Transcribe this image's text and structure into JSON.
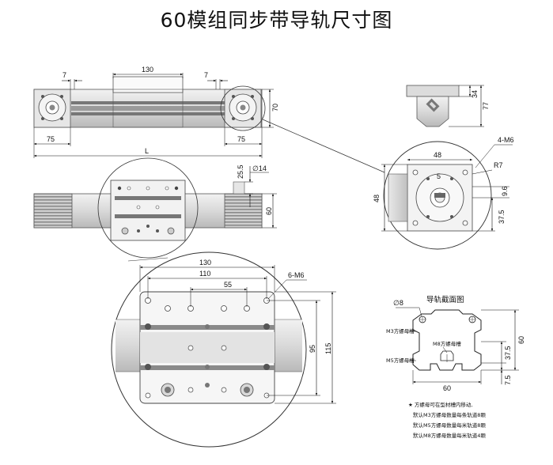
{
  "title": "60模组同步带导轨尺寸图",
  "top_view": {
    "dims": {
      "carriage_width": "130",
      "gap_left": "7",
      "gap_right": "7",
      "height": "70",
      "end_left": "75",
      "end_right": "75",
      "length": "L"
    }
  },
  "side_view": {
    "dims": {
      "shaft_height": "25.5",
      "shaft_dia": "∅14",
      "height": "60"
    }
  },
  "end_view": {
    "dims": {
      "height": "77",
      "width": "34"
    }
  },
  "end_detail": {
    "dims": {
      "width": "48",
      "tapped": "4-M6",
      "radius": "R7",
      "inner": "5",
      "offset": "9.6",
      "center_height": "37.5",
      "height": "48"
    }
  },
  "carriage_detail": {
    "dims": {
      "width_outer": "130",
      "width_mid": "110",
      "width_inner": "55",
      "tapped": "6-M6",
      "height_inner": "95",
      "height_outer": "115"
    }
  },
  "rail_section": {
    "title": "导轨截面图",
    "dims": {
      "hole": "∅8",
      "width": "60",
      "height": "60",
      "mid_height": "37.5",
      "bottom": "7.5"
    },
    "labels": {
      "m3": "M3方螺母槽",
      "m8": "M8方螺母槽",
      "m5": "M5方螺母槽"
    },
    "notes": [
      "★ 方螺母可在型材槽内移动,",
      "默认M3方螺母数量每条轨道8颗",
      "默认M5方螺母数量每米轨道8颗",
      "默认M8方螺母数量每米轨道4颗"
    ]
  }
}
